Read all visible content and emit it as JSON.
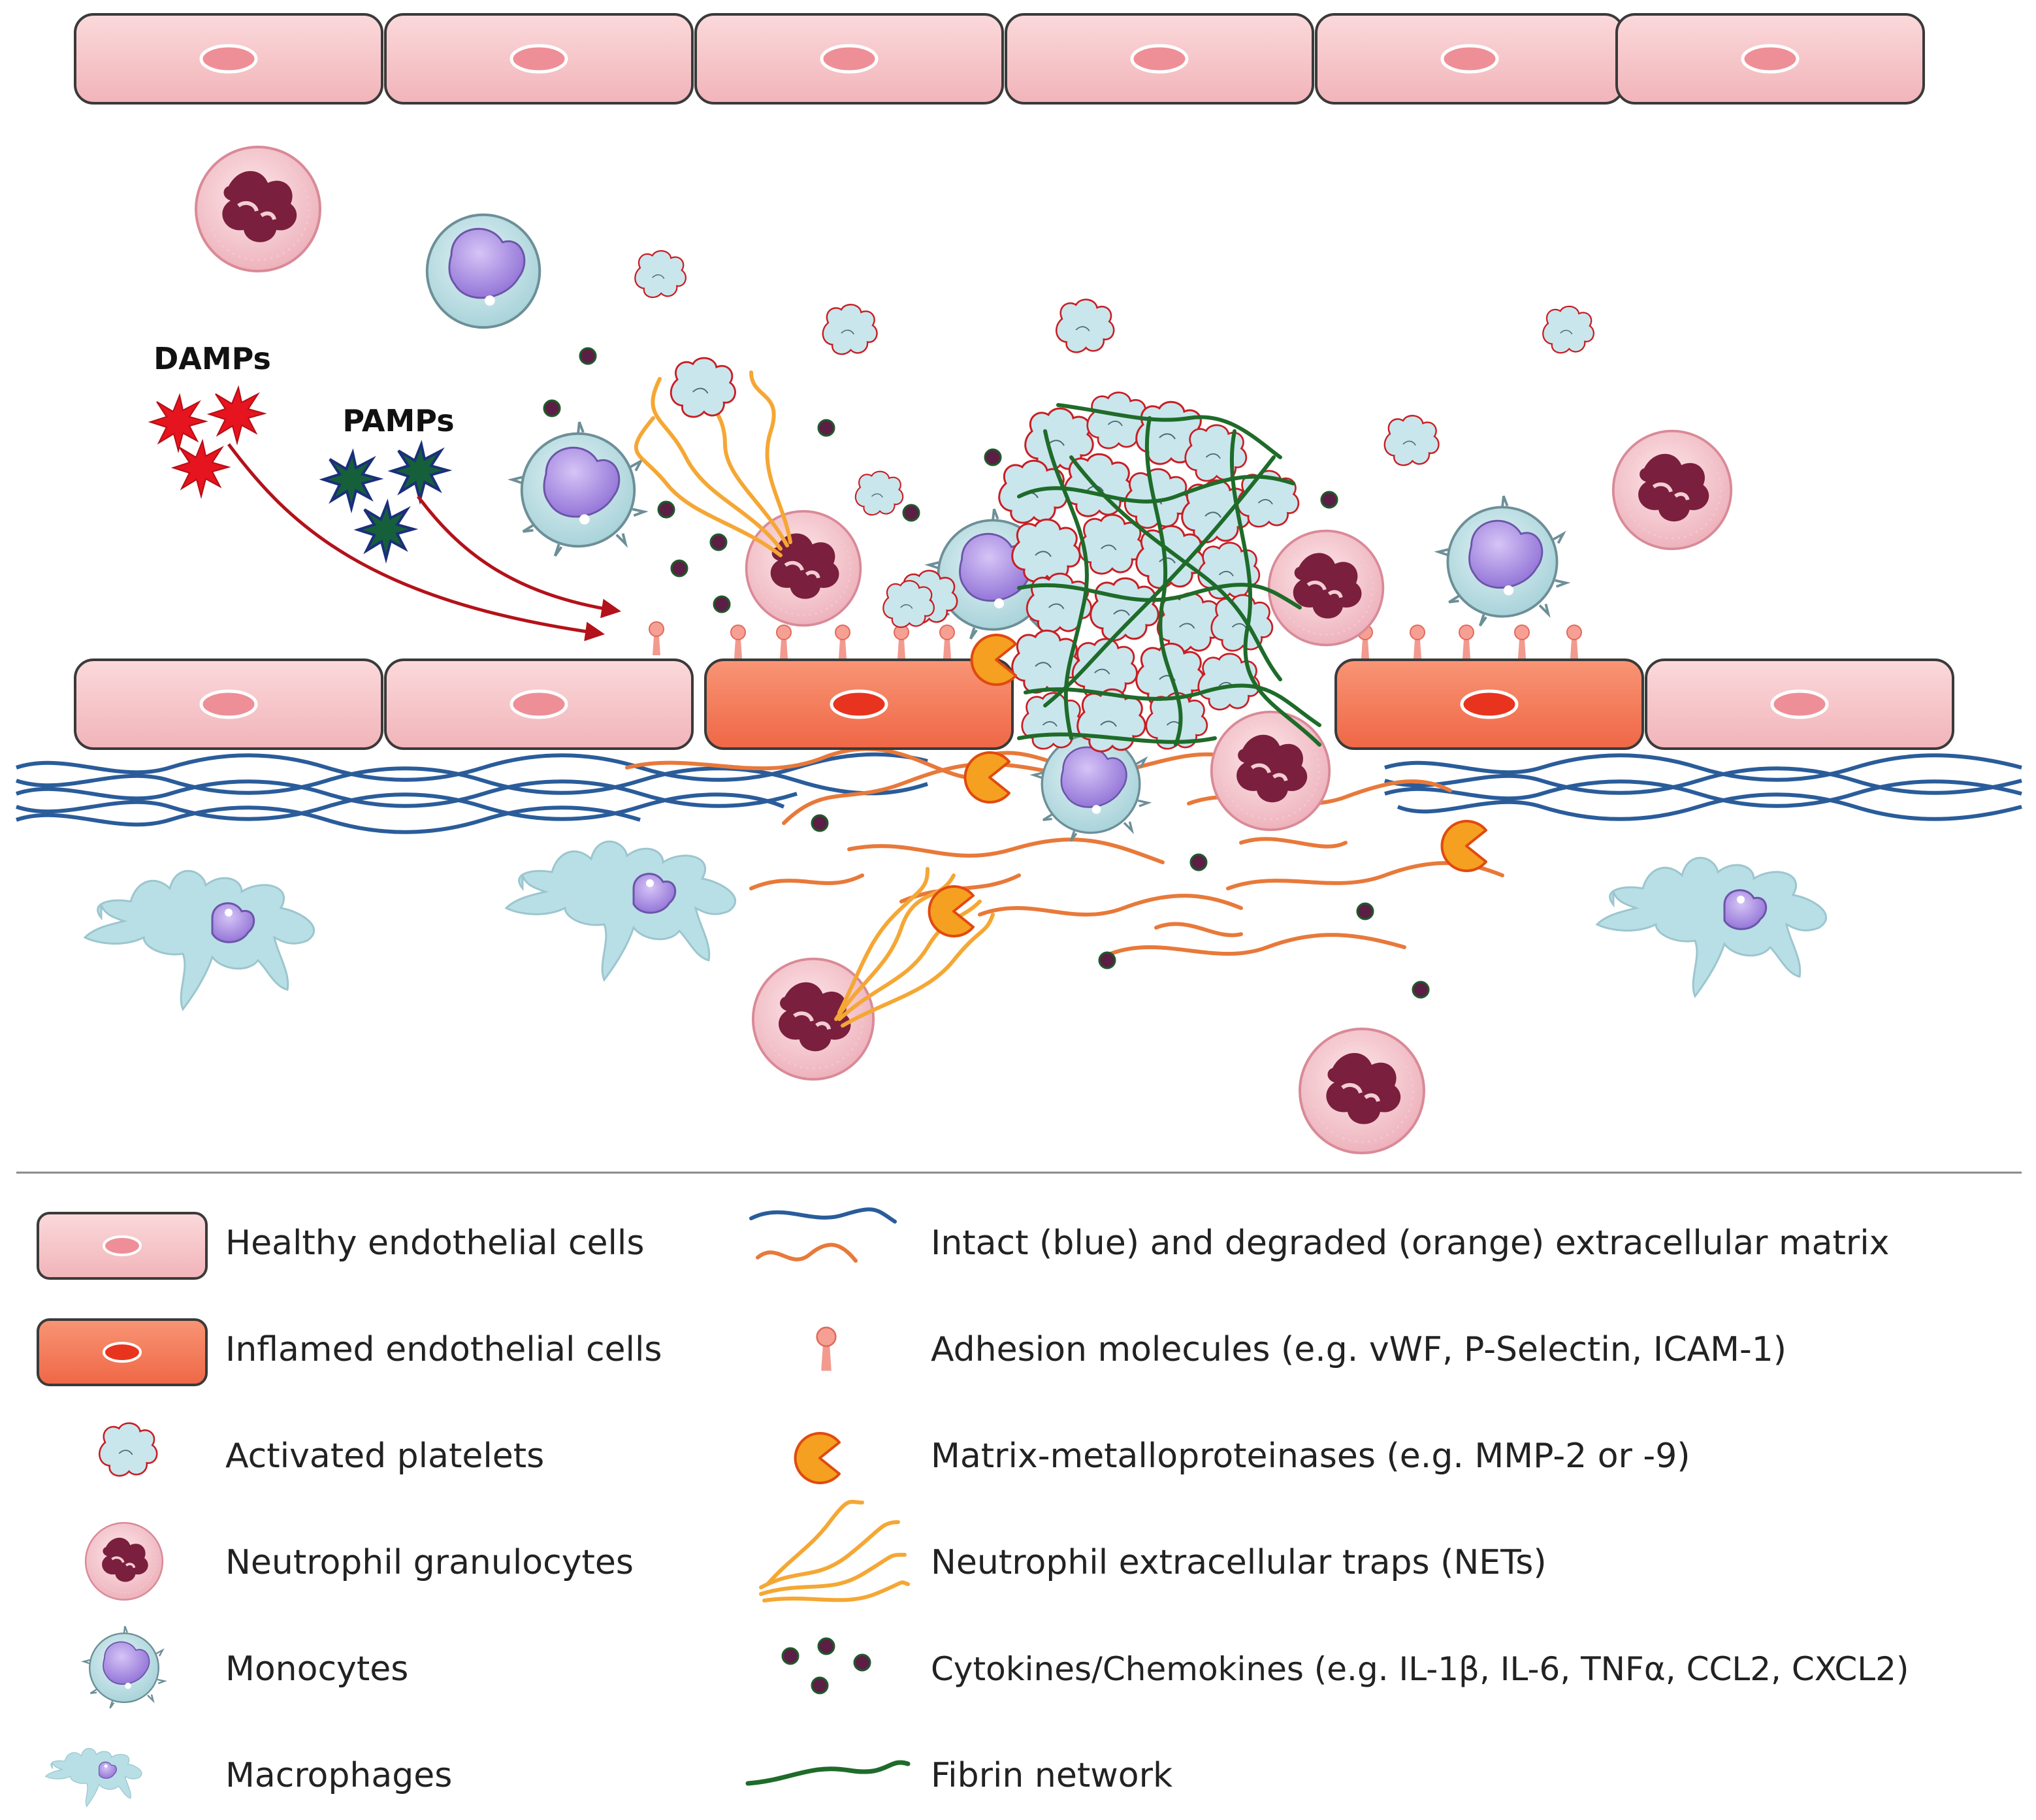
{
  "diagram": {
    "labels": {
      "damps": "DAMPs",
      "pamps": "PAMPs"
    },
    "colors": {
      "endothelium_healthy": "#f6c6c9",
      "endothelium_inflamed": "#f47a5a",
      "platelet_fill": "#c9e6ec",
      "platelet_outline": "#c81e24",
      "neutrophil_fill": "#f5cdd3",
      "neutrophil_nucleus": "#7a1f3d",
      "monocyte_fill": "#c6e4e8",
      "monocyte_nucleus": "#b9a0e6",
      "ecm_intact": "#2a5c9a",
      "ecm_degraded": "#e8793a",
      "net": "#f5a734",
      "mmp": "#f58a20",
      "cytokine": "#5b1f45",
      "fibrin": "#1f6b2a",
      "damps": "#e6141e",
      "pamps": "#15603a"
    }
  },
  "legend": {
    "left": [
      {
        "icon": "healthy-endothelial-icon",
        "label": "Healthy endothelial cells"
      },
      {
        "icon": "inflamed-endothelial-icon",
        "label": "Inflamed endothelial cells"
      },
      {
        "icon": "activated-platelet-icon",
        "label": "Activated platelets"
      },
      {
        "icon": "neutrophil-icon",
        "label": "Neutrophil granulocytes"
      },
      {
        "icon": "monocyte-icon",
        "label": "Monocytes"
      },
      {
        "icon": "macrophage-icon",
        "label": "Macrophages"
      }
    ],
    "right": [
      {
        "icon": "extracellular-matrix-icon",
        "label": "Intact (blue) and degraded (orange) extracellular matrix"
      },
      {
        "icon": "adhesion-molecule-icon",
        "label": "Adhesion molecules (e.g. vWF, P-Selectin, ICAM-1)"
      },
      {
        "icon": "mmp-icon",
        "label": "Matrix-metalloproteinases (e.g. MMP-2 or -9)"
      },
      {
        "icon": "net-icon",
        "label": "Neutrophil extracellular traps (NETs)"
      },
      {
        "icon": "cytokine-icon",
        "label": "Cytokines/Chemokines (e.g. IL-1β, IL-6, TNFα, CCL2, CXCL2)"
      },
      {
        "icon": "fibrin-icon",
        "label": "Fibrin network"
      }
    ]
  }
}
